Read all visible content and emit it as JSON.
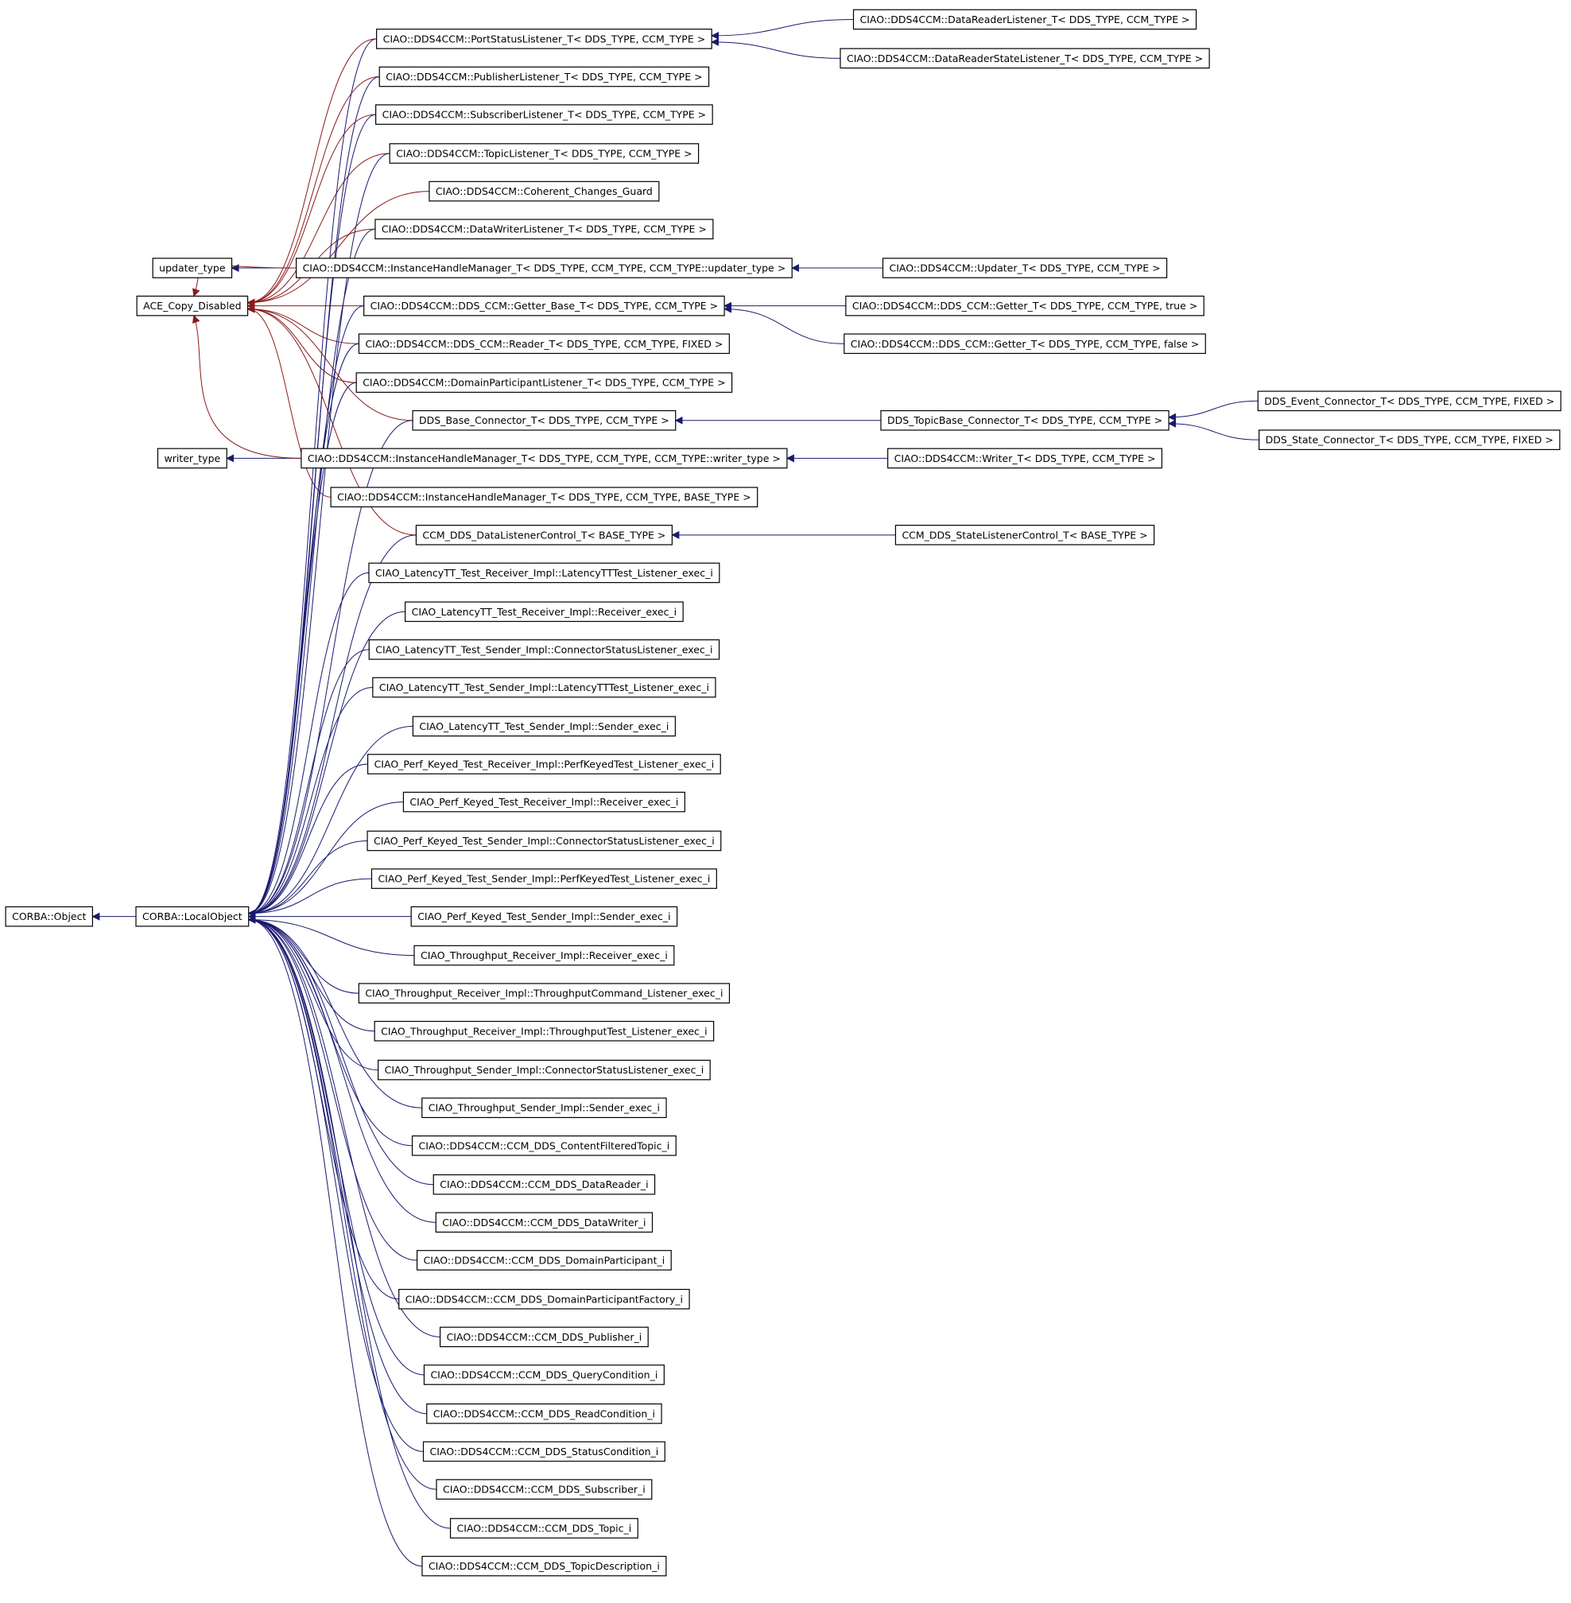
{
  "colors": {
    "node_border": "#000000",
    "node_fill": "#ffffff",
    "edge_red": "#8b1a1a",
    "edge_blue": "#191970"
  },
  "nodes": [
    {
      "id": "n_psl",
      "label": "CIAO::DDS4CCM::PortStatusListener_T< DDS_TYPE, CCM_TYPE >"
    },
    {
      "id": "n_drl",
      "label": "CIAO::DDS4CCM::DataReaderListener_T< DDS_TYPE, CCM_TYPE >"
    },
    {
      "id": "n_drsl",
      "label": "CIAO::DDS4CCM::DataReaderStateListener_T< DDS_TYPE, CCM_TYPE >"
    },
    {
      "id": "n_publ",
      "label": "CIAO::DDS4CCM::PublisherListener_T< DDS_TYPE, CCM_TYPE >"
    },
    {
      "id": "n_subl",
      "label": "CIAO::DDS4CCM::SubscriberListener_T< DDS_TYPE, CCM_TYPE >"
    },
    {
      "id": "n_topl",
      "label": "CIAO::DDS4CCM::TopicListener_T< DDS_TYPE, CCM_TYPE >"
    },
    {
      "id": "n_ccg",
      "label": "CIAO::DDS4CCM::Coherent_Changes_Guard"
    },
    {
      "id": "n_dwl",
      "label": "CIAO::DDS4CCM::DataWriterListener_T< DDS_TYPE, CCM_TYPE >"
    },
    {
      "id": "n_updt",
      "label": "updater_type"
    },
    {
      "id": "n_ihm_u",
      "label": "CIAO::DDS4CCM::InstanceHandleManager_T< DDS_TYPE, CCM_TYPE, CCM_TYPE::updater_type >"
    },
    {
      "id": "n_updater",
      "label": "CIAO::DDS4CCM::Updater_T< DDS_TYPE, CCM_TYPE >"
    },
    {
      "id": "n_acd",
      "label": "ACE_Copy_Disabled"
    },
    {
      "id": "n_gbase",
      "label": "CIAO::DDS4CCM::DDS_CCM::Getter_Base_T< DDS_TYPE, CCM_TYPE >"
    },
    {
      "id": "n_gtrue",
      "label": "CIAO::DDS4CCM::DDS_CCM::Getter_T< DDS_TYPE, CCM_TYPE, true >"
    },
    {
      "id": "n_reader",
      "label": "CIAO::DDS4CCM::DDS_CCM::Reader_T< DDS_TYPE, CCM_TYPE, FIXED >"
    },
    {
      "id": "n_gfalse",
      "label": "CIAO::DDS4CCM::DDS_CCM::Getter_T< DDS_TYPE, CCM_TYPE, false >"
    },
    {
      "id": "n_dpl",
      "label": "CIAO::DDS4CCM::DomainParticipantListener_T< DDS_TYPE, CCM_TYPE >"
    },
    {
      "id": "n_ece",
      "label": "DDS_Event_Connector_T< DDS_TYPE, CCM_TYPE, FIXED >"
    },
    {
      "id": "n_dbc",
      "label": "DDS_Base_Connector_T< DDS_TYPE, CCM_TYPE >"
    },
    {
      "id": "n_tbc",
      "label": "DDS_TopicBase_Connector_T< DDS_TYPE, CCM_TYPE >"
    },
    {
      "id": "n_sce",
      "label": "DDS_State_Connector_T< DDS_TYPE, CCM_TYPE, FIXED >"
    },
    {
      "id": "n_wrt",
      "label": "writer_type"
    },
    {
      "id": "n_ihm_w",
      "label": "CIAO::DDS4CCM::InstanceHandleManager_T< DDS_TYPE, CCM_TYPE, CCM_TYPE::writer_type >"
    },
    {
      "id": "n_writer",
      "label": "CIAO::DDS4CCM::Writer_T< DDS_TYPE, CCM_TYPE >"
    },
    {
      "id": "n_ihm_b",
      "label": "CIAO::DDS4CCM::InstanceHandleManager_T< DDS_TYPE, CCM_TYPE, BASE_TYPE >"
    },
    {
      "id": "n_dlc",
      "label": "CCM_DDS_DataListenerControl_T< BASE_TYPE >"
    },
    {
      "id": "n_slc",
      "label": "CCM_DDS_StateListenerControl_T< BASE_TYPE >"
    },
    {
      "id": "n_l01",
      "label": "CIAO_LatencyTT_Test_Receiver_Impl::LatencyTTTest_Listener_exec_i"
    },
    {
      "id": "n_l02",
      "label": "CIAO_LatencyTT_Test_Receiver_Impl::Receiver_exec_i"
    },
    {
      "id": "n_l03",
      "label": "CIAO_LatencyTT_Test_Sender_Impl::ConnectorStatusListener_exec_i"
    },
    {
      "id": "n_l04",
      "label": "CIAO_LatencyTT_Test_Sender_Impl::LatencyTTTest_Listener_exec_i"
    },
    {
      "id": "n_l05",
      "label": "CIAO_LatencyTT_Test_Sender_Impl::Sender_exec_i"
    },
    {
      "id": "n_l06",
      "label": "CIAO_Perf_Keyed_Test_Receiver_Impl::PerfKeyedTest_Listener_exec_i"
    },
    {
      "id": "n_l07",
      "label": "CIAO_Perf_Keyed_Test_Receiver_Impl::Receiver_exec_i"
    },
    {
      "id": "n_l08",
      "label": "CIAO_Perf_Keyed_Test_Sender_Impl::ConnectorStatusListener_exec_i"
    },
    {
      "id": "n_l09",
      "label": "CIAO_Perf_Keyed_Test_Sender_Impl::PerfKeyedTest_Listener_exec_i"
    },
    {
      "id": "n_co",
      "label": "CORBA::Object"
    },
    {
      "id": "n_clo",
      "label": "CORBA::LocalObject"
    },
    {
      "id": "n_l10",
      "label": "CIAO_Perf_Keyed_Test_Sender_Impl::Sender_exec_i"
    },
    {
      "id": "n_l11",
      "label": "CIAO_Throughput_Receiver_Impl::Receiver_exec_i"
    },
    {
      "id": "n_l12",
      "label": "CIAO_Throughput_Receiver_Impl::ThroughputCommand_Listener_exec_i"
    },
    {
      "id": "n_l13",
      "label": "CIAO_Throughput_Receiver_Impl::ThroughputTest_Listener_exec_i"
    },
    {
      "id": "n_l14",
      "label": "CIAO_Throughput_Sender_Impl::ConnectorStatusListener_exec_i"
    },
    {
      "id": "n_l15",
      "label": "CIAO_Throughput_Sender_Impl::Sender_exec_i"
    },
    {
      "id": "n_l16",
      "label": "CIAO::DDS4CCM::CCM_DDS_ContentFilteredTopic_i"
    },
    {
      "id": "n_l17",
      "label": "CIAO::DDS4CCM::CCM_DDS_DataReader_i"
    },
    {
      "id": "n_l18",
      "label": "CIAO::DDS4CCM::CCM_DDS_DataWriter_i"
    },
    {
      "id": "n_l19",
      "label": "CIAO::DDS4CCM::CCM_DDS_DomainParticipant_i"
    },
    {
      "id": "n_l20",
      "label": "CIAO::DDS4CCM::CCM_DDS_DomainParticipantFactory_i"
    },
    {
      "id": "n_l21",
      "label": "CIAO::DDS4CCM::CCM_DDS_Publisher_i"
    },
    {
      "id": "n_l22",
      "label": "CIAO::DDS4CCM::CCM_DDS_QueryCondition_i"
    },
    {
      "id": "n_l23",
      "label": "CIAO::DDS4CCM::CCM_DDS_ReadCondition_i"
    },
    {
      "id": "n_l24",
      "label": "CIAO::DDS4CCM::CCM_DDS_StatusCondition_i"
    },
    {
      "id": "n_l25",
      "label": "CIAO::DDS4CCM::CCM_DDS_Subscriber_i"
    },
    {
      "id": "n_l26",
      "label": "CIAO::DDS4CCM::CCM_DDS_Topic_i"
    },
    {
      "id": "n_l27",
      "label": "CIAO::DDS4CCM::CCM_DDS_TopicDescription_i"
    }
  ],
  "edges": [
    {
      "from": "n_drl",
      "to": "n_psl",
      "kind": "inheritance"
    },
    {
      "from": "n_drsl",
      "to": "n_psl",
      "kind": "inheritance"
    },
    {
      "from": "n_ihm_u",
      "to": "n_updt",
      "kind": "inheritance"
    },
    {
      "from": "n_updater",
      "to": "n_ihm_u",
      "kind": "inheritance"
    },
    {
      "from": "n_gtrue",
      "to": "n_gbase",
      "kind": "inheritance"
    },
    {
      "from": "n_gfalse",
      "to": "n_gbase",
      "kind": "inheritance"
    },
    {
      "from": "n_tbc",
      "to": "n_dbc",
      "kind": "inheritance"
    },
    {
      "from": "n_ece",
      "to": "n_tbc",
      "kind": "inheritance"
    },
    {
      "from": "n_sce",
      "to": "n_tbc",
      "kind": "inheritance"
    },
    {
      "from": "n_ihm_w",
      "to": "n_wrt",
      "kind": "inheritance"
    },
    {
      "from": "n_writer",
      "to": "n_ihm_w",
      "kind": "inheritance"
    },
    {
      "from": "n_slc",
      "to": "n_dlc",
      "kind": "inheritance"
    },
    {
      "from": "n_clo",
      "to": "n_co",
      "kind": "inheritance"
    },
    {
      "from": "n_psl",
      "to": "n_acd",
      "kind": "private"
    },
    {
      "from": "n_publ",
      "to": "n_acd",
      "kind": "private"
    },
    {
      "from": "n_subl",
      "to": "n_acd",
      "kind": "private"
    },
    {
      "from": "n_topl",
      "to": "n_acd",
      "kind": "private"
    },
    {
      "from": "n_ccg",
      "to": "n_acd",
      "kind": "private"
    },
    {
      "from": "n_dwl",
      "to": "n_acd",
      "kind": "private"
    },
    {
      "from": "n_ihm_u",
      "to": "n_acd",
      "kind": "private"
    },
    {
      "from": "n_gbase",
      "to": "n_acd",
      "kind": "private"
    },
    {
      "from": "n_reader",
      "to": "n_acd",
      "kind": "private"
    },
    {
      "from": "n_dpl",
      "to": "n_acd",
      "kind": "private"
    },
    {
      "from": "n_dbc",
      "to": "n_acd",
      "kind": "private"
    },
    {
      "from": "n_ihm_w",
      "to": "n_acd",
      "kind": "private"
    },
    {
      "from": "n_ihm_b",
      "to": "n_acd",
      "kind": "private"
    },
    {
      "from": "n_dlc",
      "to": "n_acd",
      "kind": "private"
    },
    {
      "from": "n_psl",
      "to": "n_clo",
      "kind": "inheritance"
    },
    {
      "from": "n_publ",
      "to": "n_clo",
      "kind": "inheritance"
    },
    {
      "from": "n_subl",
      "to": "n_clo",
      "kind": "inheritance"
    },
    {
      "from": "n_topl",
      "to": "n_clo",
      "kind": "inheritance"
    },
    {
      "from": "n_dwl",
      "to": "n_clo",
      "kind": "inheritance"
    },
    {
      "from": "n_gbase",
      "to": "n_clo",
      "kind": "inheritance"
    },
    {
      "from": "n_reader",
      "to": "n_clo",
      "kind": "inheritance"
    },
    {
      "from": "n_dpl",
      "to": "n_clo",
      "kind": "inheritance"
    },
    {
      "from": "n_dbc",
      "to": "n_clo",
      "kind": "inheritance"
    },
    {
      "from": "n_dlc",
      "to": "n_clo",
      "kind": "inheritance"
    },
    {
      "from": "n_l01",
      "to": "n_clo",
      "kind": "inheritance"
    },
    {
      "from": "n_l02",
      "to": "n_clo",
      "kind": "inheritance"
    },
    {
      "from": "n_l03",
      "to": "n_clo",
      "kind": "inheritance"
    },
    {
      "from": "n_l04",
      "to": "n_clo",
      "kind": "inheritance"
    },
    {
      "from": "n_l05",
      "to": "n_clo",
      "kind": "inheritance"
    },
    {
      "from": "n_l06",
      "to": "n_clo",
      "kind": "inheritance"
    },
    {
      "from": "n_l07",
      "to": "n_clo",
      "kind": "inheritance"
    },
    {
      "from": "n_l08",
      "to": "n_clo",
      "kind": "inheritance"
    },
    {
      "from": "n_l09",
      "to": "n_clo",
      "kind": "inheritance"
    },
    {
      "from": "n_l10",
      "to": "n_clo",
      "kind": "inheritance"
    },
    {
      "from": "n_l11",
      "to": "n_clo",
      "kind": "inheritance"
    },
    {
      "from": "n_l12",
      "to": "n_clo",
      "kind": "inheritance"
    },
    {
      "from": "n_l13",
      "to": "n_clo",
      "kind": "inheritance"
    },
    {
      "from": "n_l14",
      "to": "n_clo",
      "kind": "inheritance"
    },
    {
      "from": "n_l15",
      "to": "n_clo",
      "kind": "inheritance"
    },
    {
      "from": "n_l16",
      "to": "n_clo",
      "kind": "inheritance"
    },
    {
      "from": "n_l17",
      "to": "n_clo",
      "kind": "inheritance"
    },
    {
      "from": "n_l18",
      "to": "n_clo",
      "kind": "inheritance"
    },
    {
      "from": "n_l19",
      "to": "n_clo",
      "kind": "inheritance"
    },
    {
      "from": "n_l20",
      "to": "n_clo",
      "kind": "inheritance"
    },
    {
      "from": "n_l21",
      "to": "n_clo",
      "kind": "inheritance"
    },
    {
      "from": "n_l22",
      "to": "n_clo",
      "kind": "inheritance"
    },
    {
      "from": "n_l23",
      "to": "n_clo",
      "kind": "inheritance"
    },
    {
      "from": "n_l24",
      "to": "n_clo",
      "kind": "inheritance"
    },
    {
      "from": "n_l25",
      "to": "n_clo",
      "kind": "inheritance"
    },
    {
      "from": "n_l26",
      "to": "n_clo",
      "kind": "inheritance"
    },
    {
      "from": "n_l27",
      "to": "n_clo",
      "kind": "inheritance"
    }
  ]
}
